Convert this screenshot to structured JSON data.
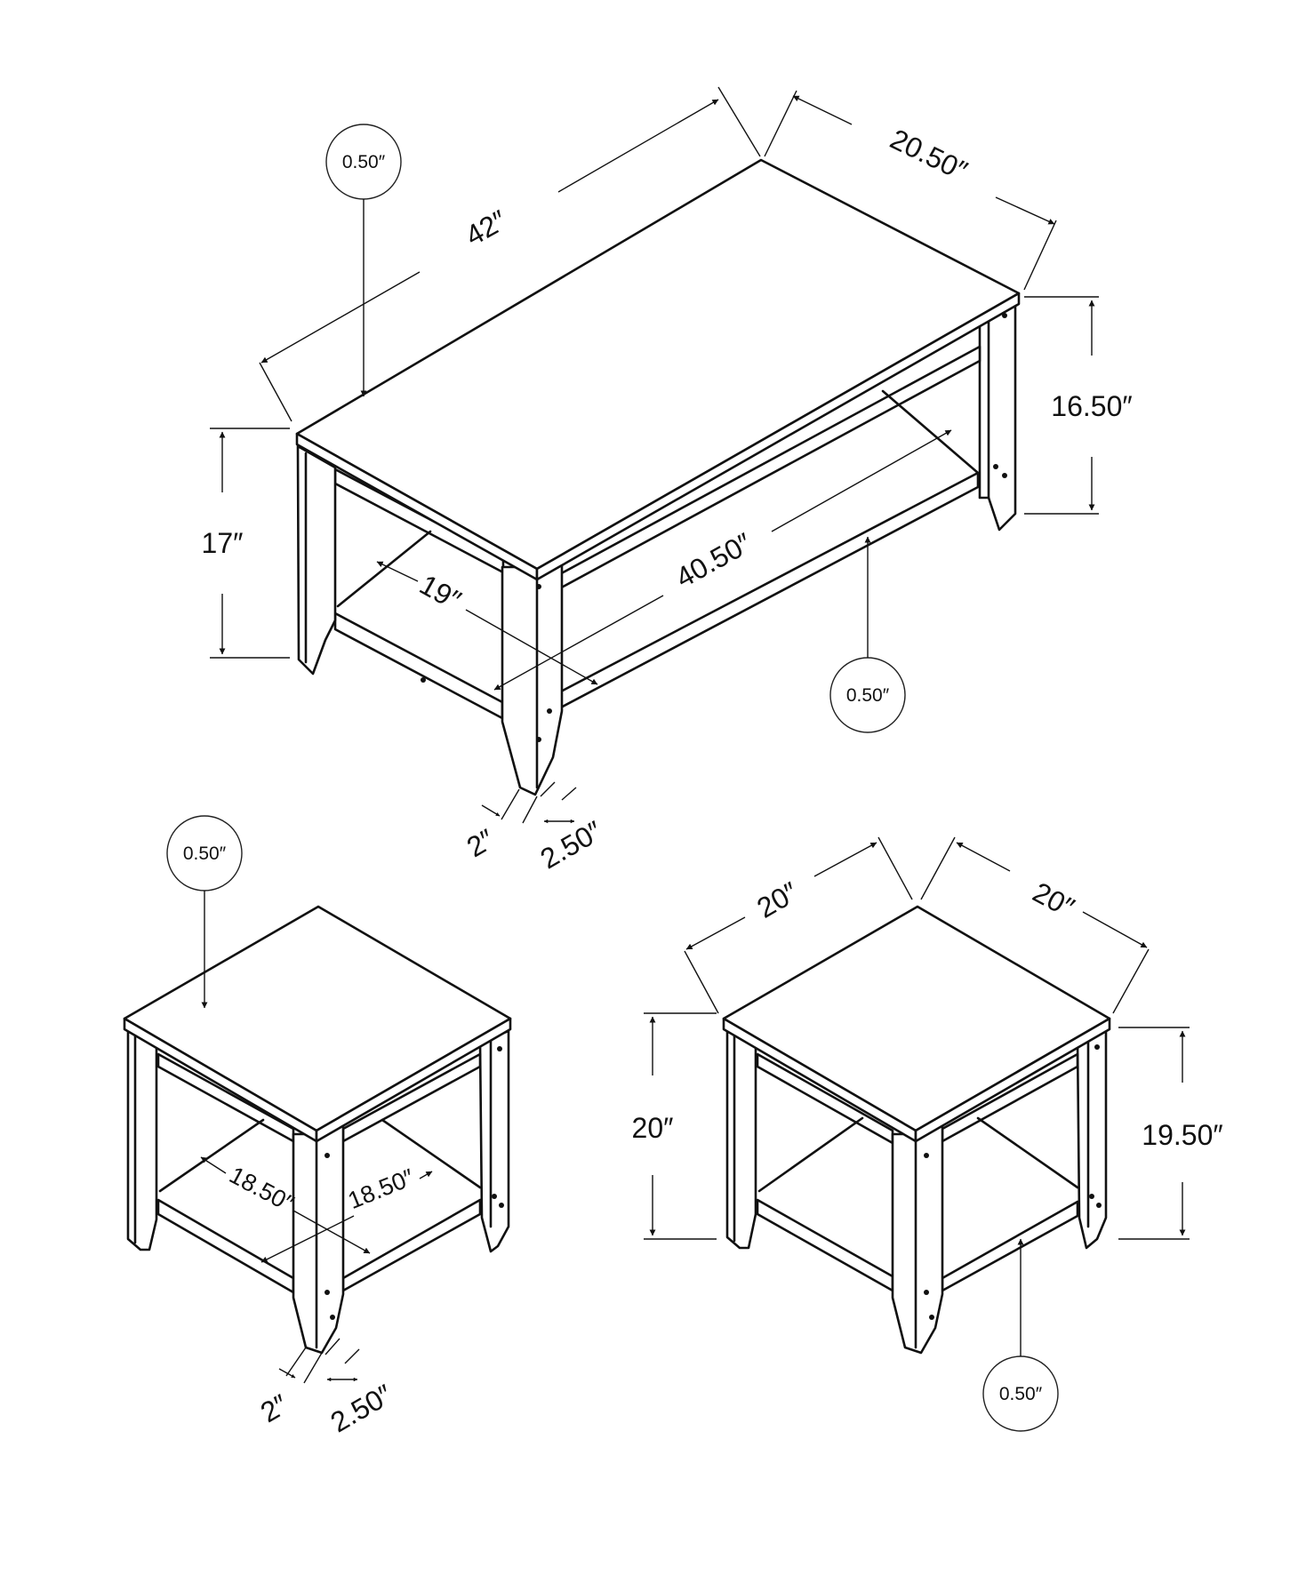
{
  "coffee_table": {
    "length": "42″",
    "depth": "20.50″",
    "height": "17″",
    "clearance": "16.50″",
    "shelf_length": "40.50″",
    "shelf_depth": "19″",
    "leg_small": "2″",
    "leg_large": "2.50″",
    "top_thickness": "0.50″",
    "shelf_thickness": "0.50″"
  },
  "end_table_left": {
    "top_thickness": "0.50″",
    "shelf_width": "18.50″",
    "shelf_depth": "18.50″",
    "leg_small": "2″",
    "leg_large": "2.50″"
  },
  "end_table_right": {
    "width": "20″",
    "depth": "20″",
    "height": "20″",
    "clearance": "19.50″",
    "shelf_thickness": "0.50″"
  }
}
